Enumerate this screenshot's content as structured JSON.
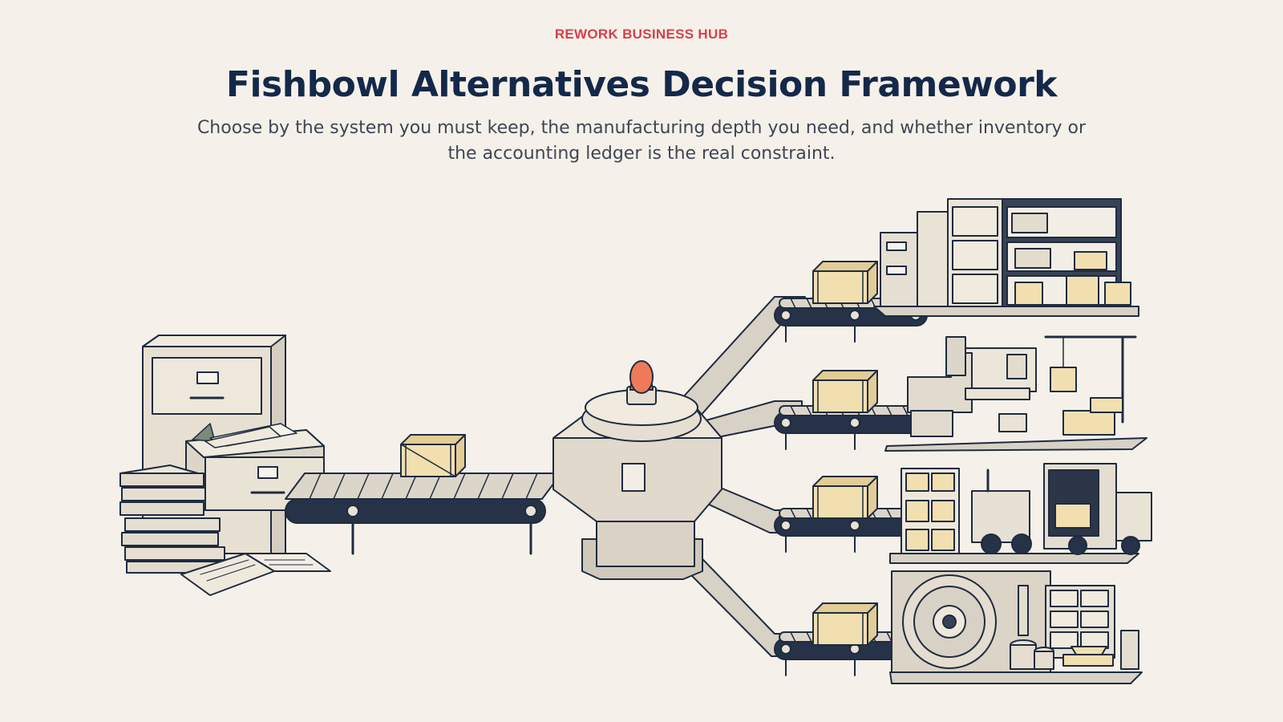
{
  "header": {
    "brand": "REWORK BUSINESS HUB",
    "title": "Fishbowl Alternatives Decision Framework",
    "subtitle": "Choose by the system you must keep, the manufacturing depth you need, and whether inventory or the accounting ledger is the real constraint."
  },
  "colors": {
    "background": "#f5f1ea",
    "brand_red": "#d8404a",
    "title_navy": "#14284a",
    "ink": "#1f2b3f",
    "cream": "#eae3d4",
    "steel": "#d2ccc1",
    "box": "#f2dfb0",
    "beacon": "#ef7a5a"
  },
  "illustration": {
    "source": [
      "filing-cabinet-icon",
      "binder-stack-icon",
      "open-ledger-icon"
    ],
    "hub": "decision-router-icon",
    "branches": [
      {
        "name": "branch-storage",
        "icon": "storage-shelving-icon"
      },
      {
        "name": "branch-manufacturing",
        "icon": "manufacturing-workshop-icon"
      },
      {
        "name": "branch-logistics",
        "icon": "warehouse-logistics-icon"
      },
      {
        "name": "branch-accounting",
        "icon": "vault-ledger-icon"
      }
    ]
  }
}
